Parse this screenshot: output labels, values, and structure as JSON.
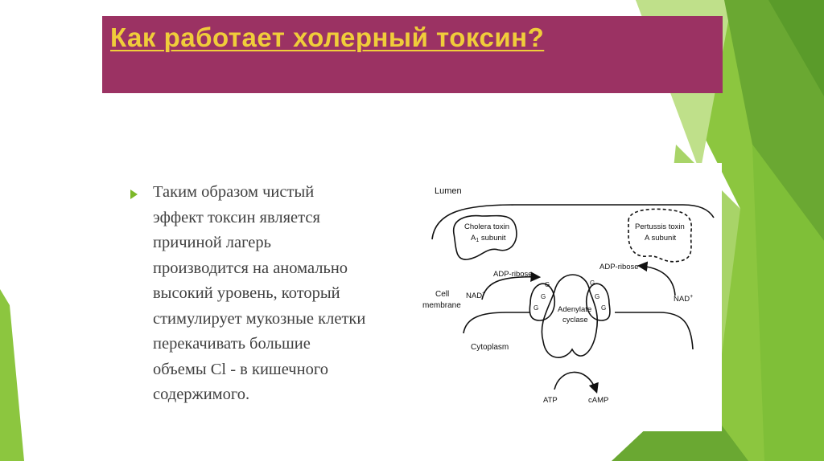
{
  "slide": {
    "title": "Как работает холерный токсин?",
    "bullet_lines": [
      "Таким образом чистый",
      "эффект токсин является",
      "причиной лагерь",
      "производится на аномально",
      "высокий уровень, который",
      "стимулирует мукозные клетки",
      "перекачивать большие",
      "объемы Cl - в кишечного",
      "содержимого."
    ]
  },
  "figure": {
    "lumen": "Lumen",
    "cholera_toxin": "Cholera toxin",
    "a1_subunit": "A",
    "a1_sub": "1",
    "a1_subunit_suffix": " subunit",
    "pertussis_toxin": "Pertussis toxin",
    "a_subunit": "A subunit",
    "adp_ribose_left": "ADP-ribose",
    "adp_ribose_right": "ADP-ribose",
    "nad_left": "NAD",
    "nad_right": "NAD",
    "nad_sup": "+",
    "cell": "Cell",
    "membrane": "membrane",
    "cytoplasm": "Cytoplasm",
    "adenylate": "Adenylate",
    "cyclase": "cyclase",
    "atp": "ATP",
    "camp": "cAMP",
    "g_left": [
      "G",
      "G",
      "G"
    ],
    "g_right": [
      "G",
      "G",
      "G"
    ]
  },
  "colors": {
    "title_bg": "#9b3263",
    "title_text": "#f0cd3a",
    "bullet": "#7cb829",
    "green_light": "#8cc63f",
    "green_dark": "#5a9b2a"
  }
}
